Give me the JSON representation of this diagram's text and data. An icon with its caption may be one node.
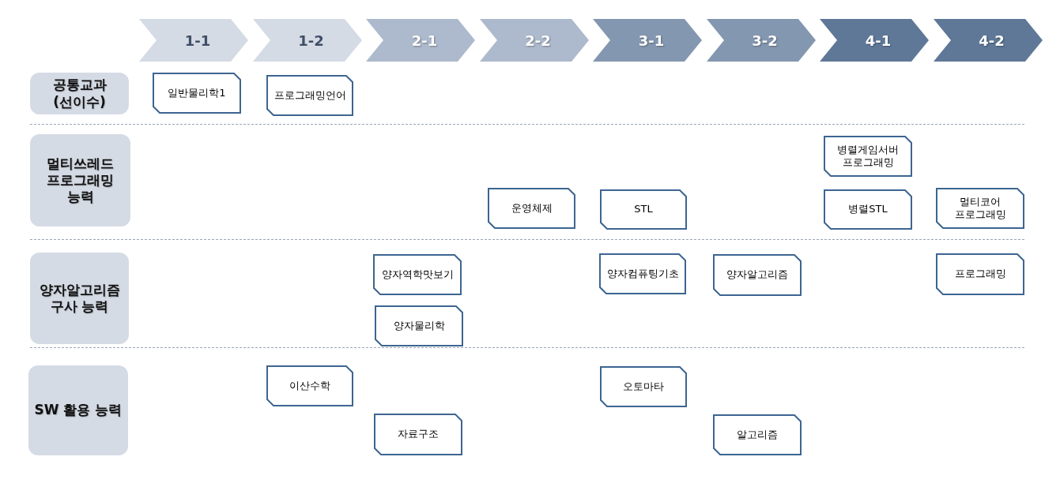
{
  "diagram": {
    "nodes": [
      {
        "text": [
          "1-1"
        ]
      },
      {
        "text": [
          "1-2"
        ]
      },
      {
        "text": [
          "2-1"
        ]
      },
      {
        "text": [
          "2-2"
        ]
      },
      {
        "text": [
          "3-1"
        ]
      },
      {
        "text": [
          "3-2"
        ]
      },
      {
        "text": [
          "4-1"
        ]
      },
      {
        "text": [
          "4-2"
        ]
      },
      {
        "text": [
          "공통교과 (선이수)"
        ]
      },
      {
        "text": [
          "일반물리학1"
        ]
      },
      {
        "text": [
          "프로그래밍언어"
        ]
      },
      {
        "text": [
          "멀티쓰레드 프로그래밍 능력"
        ]
      },
      {
        "text": [
          "병렬게임서버 프로그래밍"
        ]
      },
      {
        "text": [
          "운영체제"
        ]
      },
      {
        "text": [
          "STL"
        ]
      },
      {
        "text": [
          "병렬STL"
        ]
      },
      {
        "text": [
          "멀티코어 프로그래밍"
        ]
      },
      {
        "text": [
          "양자알고리즘 구사 능력"
        ]
      },
      {
        "text": [
          "양자역학맛보기"
        ]
      },
      {
        "text": [
          "양자컴퓨팅기초"
        ]
      },
      {
        "text": [
          "양자알고리즘"
        ]
      },
      {
        "text": [
          "프로그래밍"
        ]
      },
      {
        "text": [
          "양자물리학"
        ]
      },
      {
        "text": [
          "SW 활용 능력"
        ]
      },
      {
        "text": [
          "이산수학"
        ]
      },
      {
        "text": [
          "오토마타"
        ]
      },
      {
        "text": [
          "자료구조"
        ]
      },
      {
        "text": [
          "알고리즘"
        ]
      }
    ]
  }
}
